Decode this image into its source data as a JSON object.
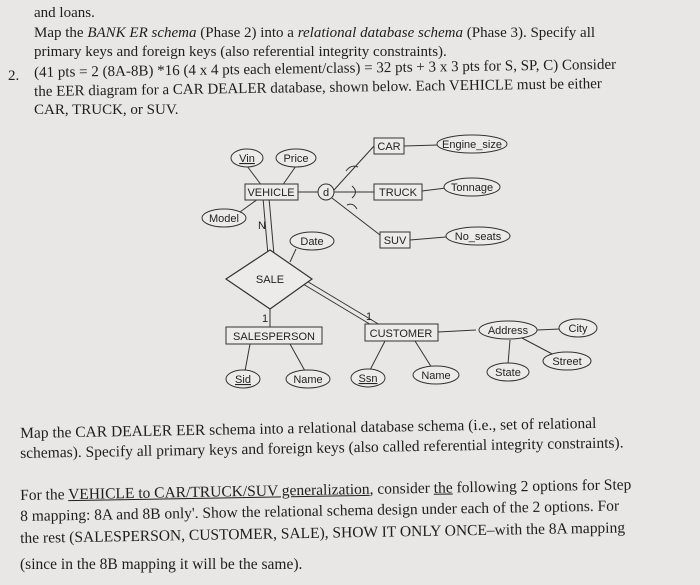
{
  "top": {
    "line0": "and loans.",
    "line1_a": "Map the ",
    "line1_em": "BANK ER schema",
    "line1_b": " (Phase 2) into a ",
    "line1_em2": "relational database schema",
    "line1_c": " (Phase 3). Specify all",
    "line2": "primary keys and foreign keys (also referential integrity constraints).",
    "q_number": "2.",
    "q_line1": "(41 pts = 2 (8A-8B) *16 (4 x 4 pts each element/class) = 32 pts + 3 x 3 pts for S, SP, C) Consider",
    "q_line2": "the EER diagram for a CAR DEALER database, shown below. Each VEHICLE must be either",
    "q_line3": "CAR, TRUCK, or SUV."
  },
  "diagram": {
    "entities": {
      "vehicle": "VEHICLE",
      "car": "CAR",
      "truck": "TRUCK",
      "suv": "SUV",
      "salesperson": "SALESPERSON",
      "customer": "CUSTOMER"
    },
    "relationship": "SALE",
    "disjoint": "d",
    "attributes": {
      "vin": "Vin",
      "price": "Price",
      "model": "Model",
      "date": "Date",
      "engine_size": "Engine_size",
      "tonnage": "Tonnage",
      "no_seats": "No_seats",
      "sid": "Sid",
      "sp_name": "Name",
      "ssn": "Ssn",
      "c_name": "Name",
      "address": "Address",
      "city": "City",
      "street": "Street",
      "state": "State"
    },
    "cardinality": {
      "n": "N",
      "one_sp": "1",
      "one_c": "1"
    }
  },
  "bottom": {
    "p1_line1": "Map the CAR DEALER EER schema into a relational database schema (i.e., set of relational",
    "p1_line2": "schemas). Specify all primary keys and foreign keys (also called referential integrity constraints).",
    "p2_a": "For the ",
    "p2_link": "VEHICLE to CAR/TRUCK/SUV generalization",
    "p2_b": ", consider ",
    "p2_the": "the",
    "p2_c": " following 2 options for Step",
    "p2_line2": "8 mapping: 8A and 8B only'. Show the relational schema design under each of the 2 options. For",
    "p2_line3": "the rest (SALESPERSON, CUSTOMER, SALE), SHOW IT ONLY ONCE–with the 8A mapping",
    "p2_line4": "(since in the 8B mapping it will be the same)."
  }
}
